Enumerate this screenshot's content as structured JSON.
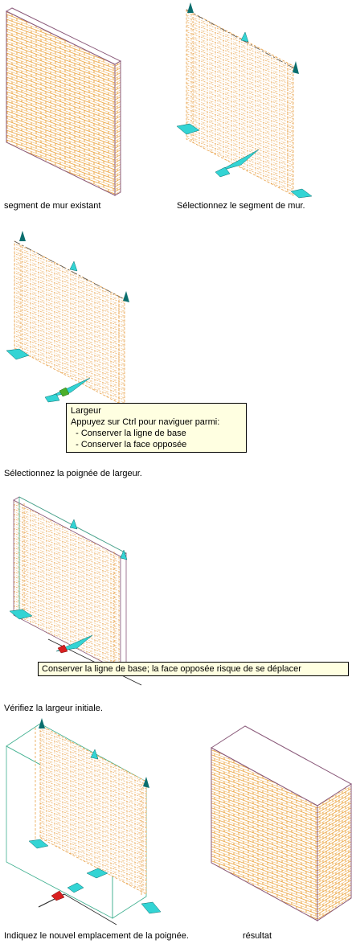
{
  "captions": {
    "existing_segment": "segment de mur existant",
    "select_segment": "Sélectionnez le segment de mur.",
    "select_width_grip": "Sélectionnez la poignée de largeur.",
    "verify_width": "Vérifiez la largeur initiale.",
    "new_location": "Indiquez le nouvel emplacement de la poignée.",
    "result": "résultat"
  },
  "tooltip_width": {
    "title": "Largeur",
    "line1": "Appuyez sur Ctrl pour naviguer parmi:",
    "line2": "  - Conserver la ligne de base",
    "line3": "  - Conserver la face opposée"
  },
  "tooltip_baseline": {
    "text": "Conserver la ligne de base; la face opposée risque de se déplacer"
  },
  "colors": {
    "brick": "#e8951e",
    "brick_dashed": "#e9a24a",
    "grip": "#33d4d4",
    "grip_dark": "#0a6e6e",
    "grip_active_green": "#4caf2a",
    "grip_active_red": "#d82020",
    "tooltip_bg": "#ffffe1",
    "outline": "#8a5a7a",
    "preview": "#40b090"
  }
}
